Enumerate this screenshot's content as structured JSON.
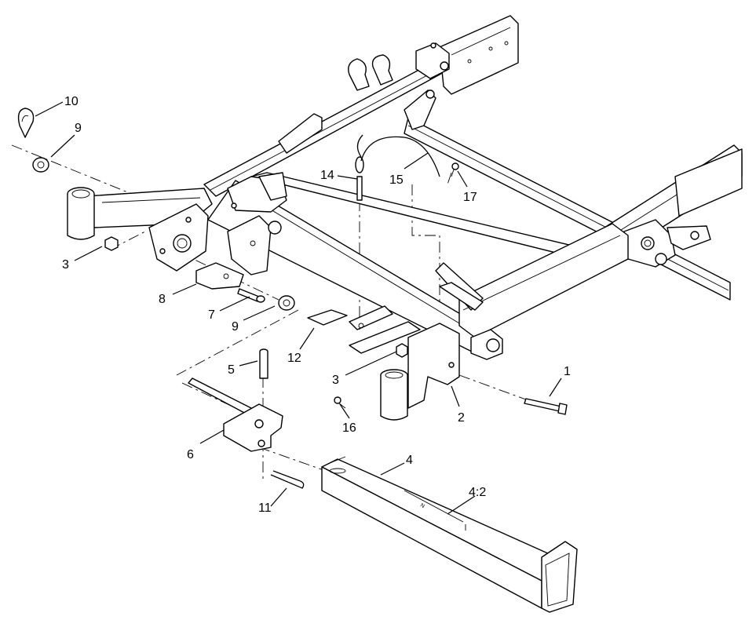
{
  "callouts": [
    {
      "id": "c10",
      "label": "10"
    },
    {
      "id": "c9a",
      "label": "9"
    },
    {
      "id": "c3a",
      "label": "3"
    },
    {
      "id": "c8",
      "label": "8"
    },
    {
      "id": "c7",
      "label": "7"
    },
    {
      "id": "c9b",
      "label": "9"
    },
    {
      "id": "c14",
      "label": "14"
    },
    {
      "id": "c15",
      "label": "15"
    },
    {
      "id": "c17",
      "label": "17"
    },
    {
      "id": "c12",
      "label": "12"
    },
    {
      "id": "c3b",
      "label": "3"
    },
    {
      "id": "c5",
      "label": "5"
    },
    {
      "id": "c1",
      "label": "1"
    },
    {
      "id": "c2",
      "label": "2"
    },
    {
      "id": "c16",
      "label": "16"
    },
    {
      "id": "c6",
      "label": "6"
    },
    {
      "id": "c4",
      "label": "4"
    },
    {
      "id": "c42",
      "label": "4:2"
    },
    {
      "id": "c11",
      "label": "11"
    }
  ],
  "decal_text": "N"
}
